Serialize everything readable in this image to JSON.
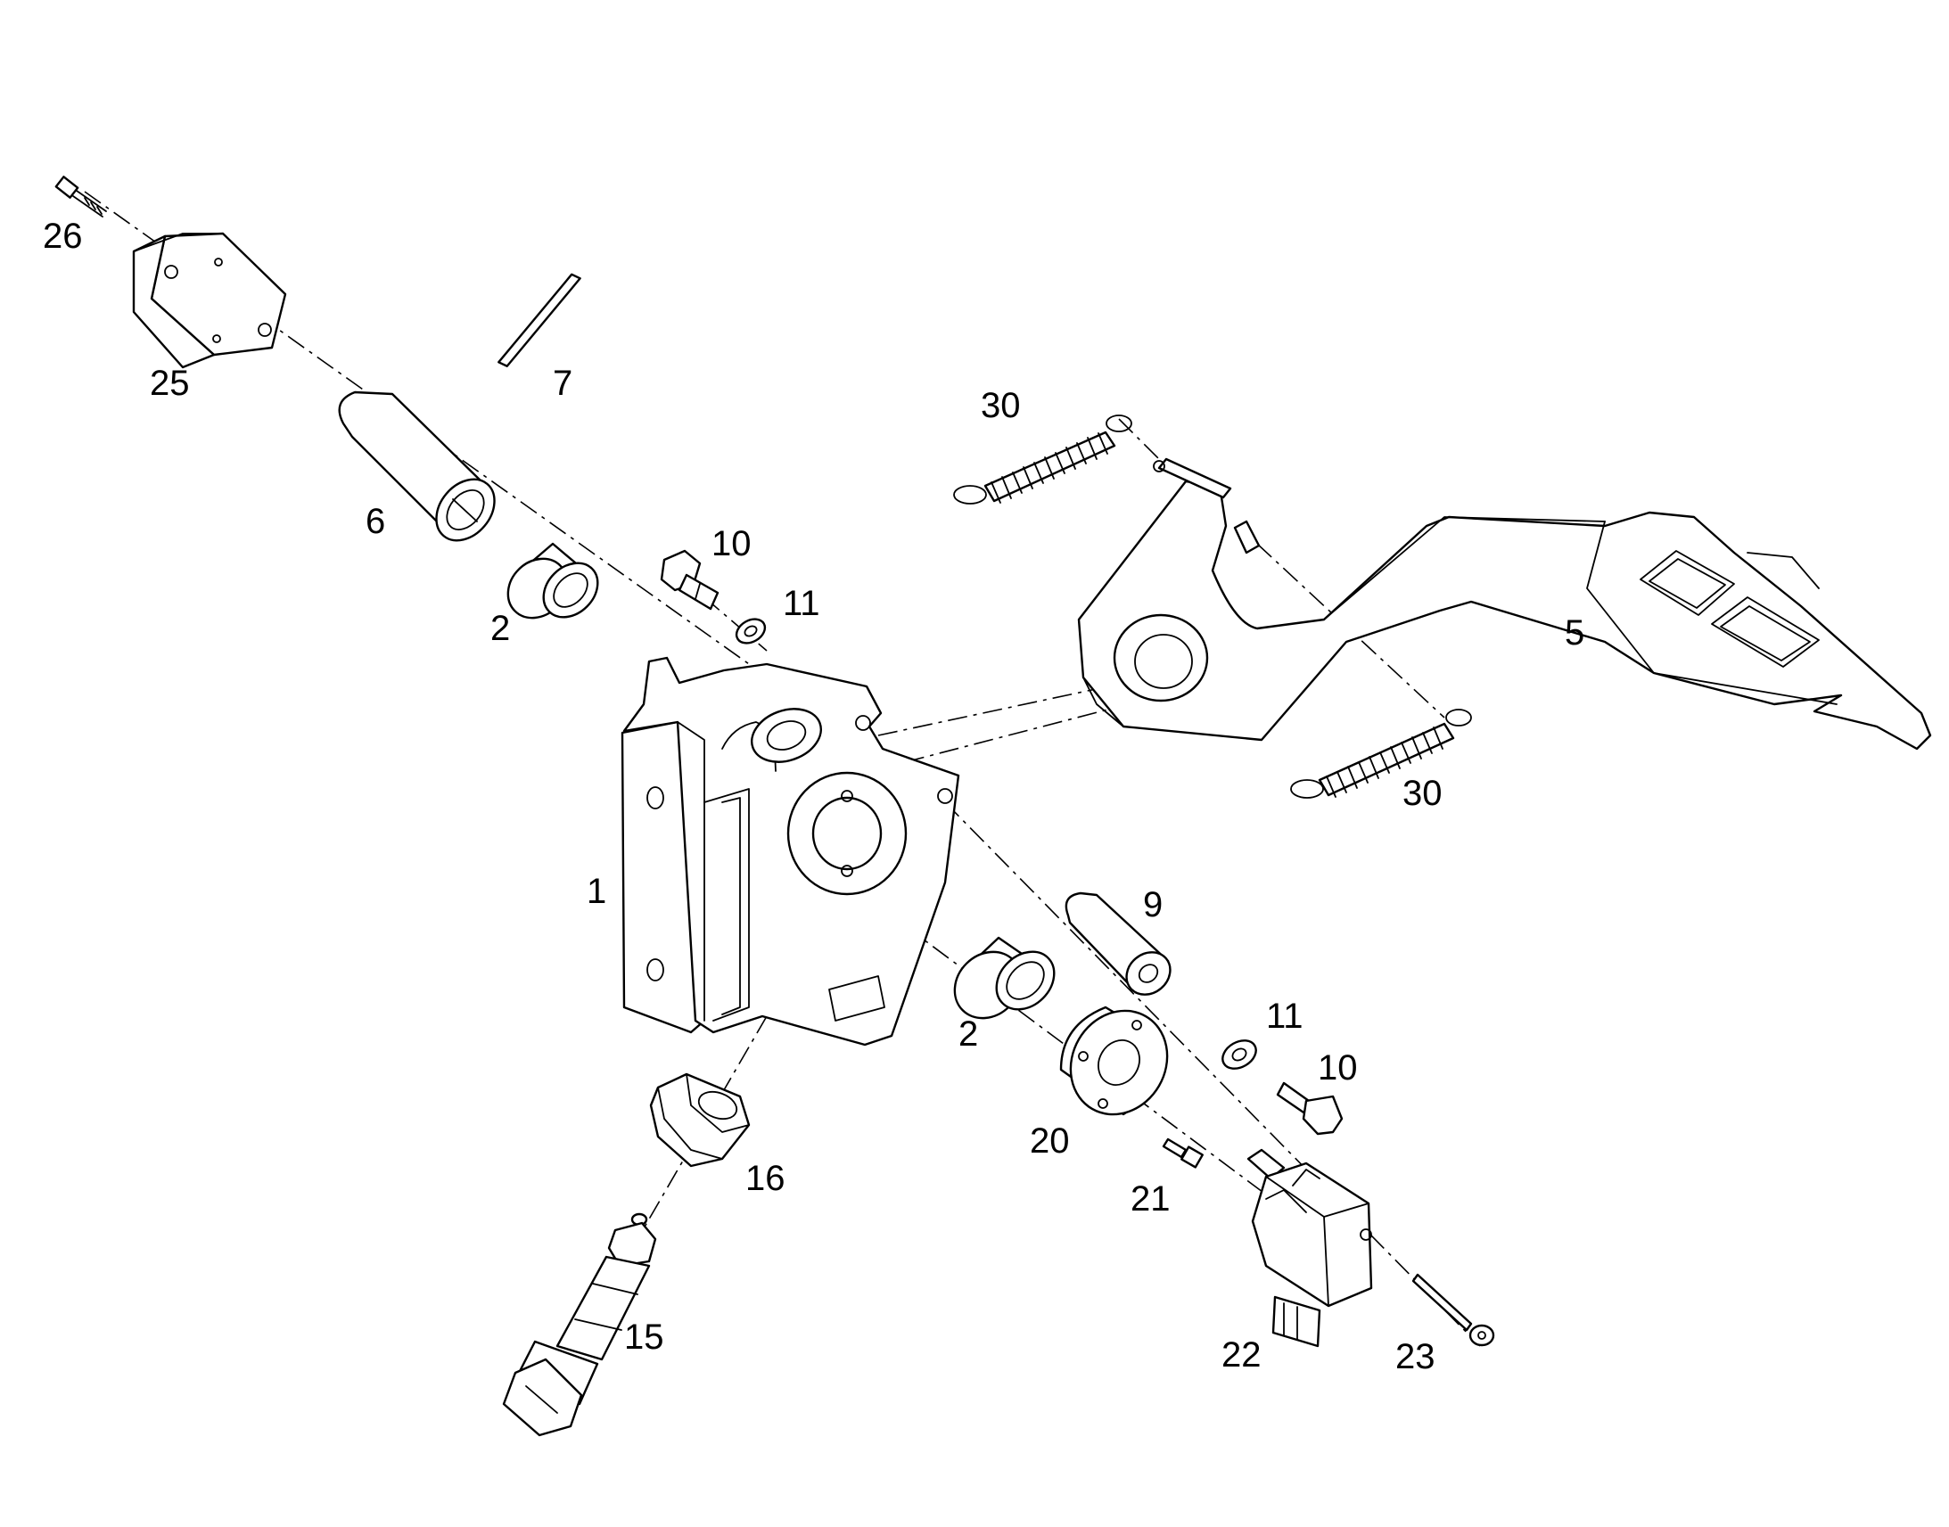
{
  "callouts": [
    {
      "id": "26",
      "text": "26"
    },
    {
      "id": "25",
      "text": "25"
    },
    {
      "id": "7",
      "text": "7"
    },
    {
      "id": "6",
      "text": "6"
    },
    {
      "id": "2a",
      "text": "2"
    },
    {
      "id": "10a",
      "text": "10"
    },
    {
      "id": "11a",
      "text": "11"
    },
    {
      "id": "30a",
      "text": "30"
    },
    {
      "id": "5",
      "text": "5"
    },
    {
      "id": "30b",
      "text": "30"
    },
    {
      "id": "1",
      "text": "1"
    },
    {
      "id": "9",
      "text": "9"
    },
    {
      "id": "2b",
      "text": "2"
    },
    {
      "id": "11b",
      "text": "11"
    },
    {
      "id": "10b",
      "text": "10"
    },
    {
      "id": "20",
      "text": "20"
    },
    {
      "id": "16",
      "text": "16"
    },
    {
      "id": "21",
      "text": "21"
    },
    {
      "id": "15",
      "text": "15"
    },
    {
      "id": "22",
      "text": "22"
    },
    {
      "id": "23",
      "text": "23"
    }
  ]
}
